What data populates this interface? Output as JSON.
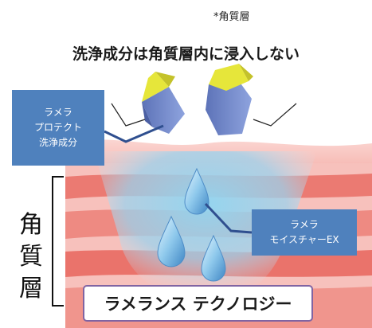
{
  "note": "*角質層",
  "title": "洗浄成分は角質層内に浸入しない",
  "callout_left": {
    "line1": "ラメラ",
    "line2": "プロテクト",
    "line3": "洗浄成分"
  },
  "callout_right": {
    "line1": "ラメラ",
    "line2": "モイスチャーEX"
  },
  "side_label": {
    "c1": "角",
    "c2": "質",
    "c3": "層"
  },
  "bottom_label": "ラメランス テクノロジー",
  "colors": {
    "callout_blue": "#4f81bd",
    "skin_pink": "#f4a7a3",
    "skin_red": "#e8685f",
    "moisture_blue": "#7ec8ea",
    "label_border": "#8064a2",
    "crystal_blue": "#6f86c9",
    "crystal_yellow": "#e6e63a"
  },
  "icons": [
    "crystal-icon",
    "droplet-icon",
    "bracket-icon"
  ]
}
